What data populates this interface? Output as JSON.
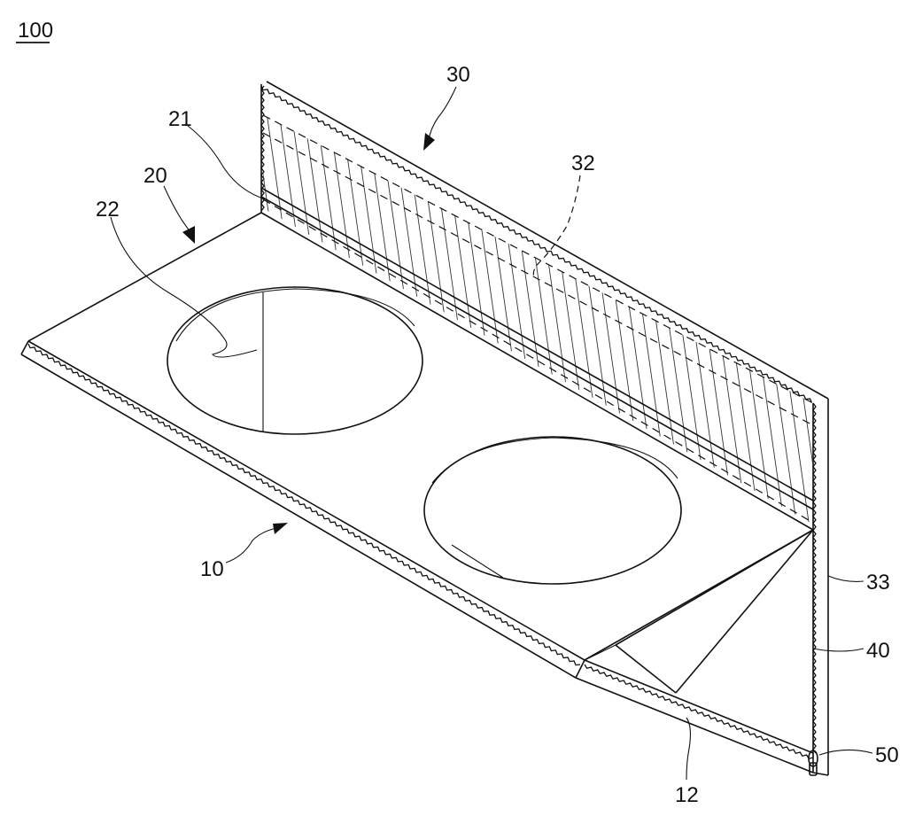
{
  "figure": {
    "reference_numerals": {
      "assembly": "100",
      "base": "10",
      "edge": "12",
      "top_plate": "20",
      "plate_edge": "21",
      "hole_label": "22",
      "back_panel": "30",
      "panel_line": "32",
      "side_edge": "33",
      "side_panel": "40",
      "fastener": "50"
    }
  }
}
